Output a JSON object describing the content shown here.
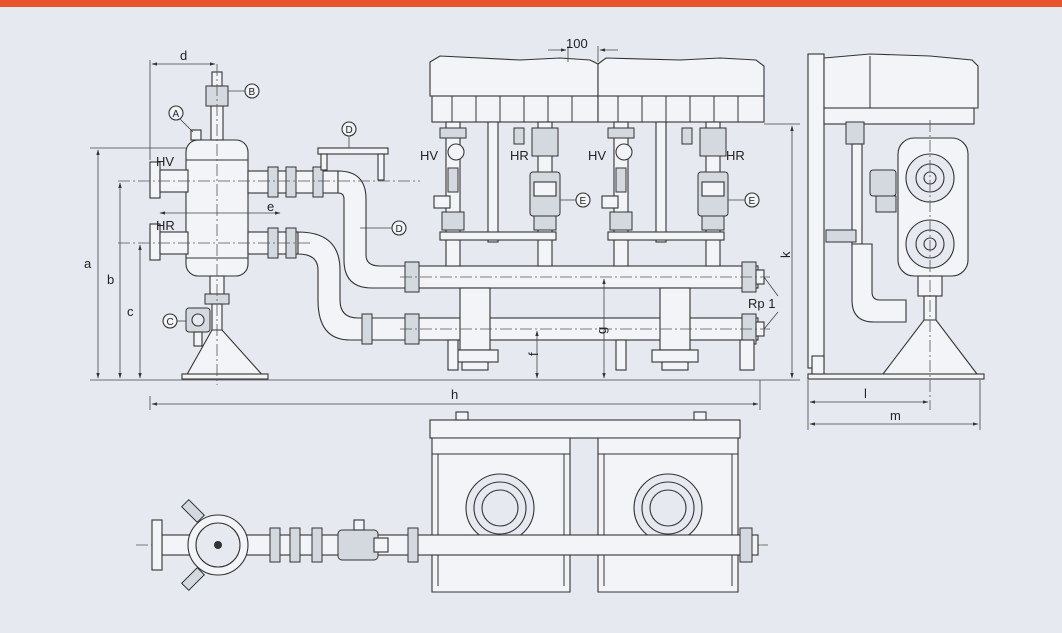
{
  "brand": {
    "accent_color": "#e8542b",
    "background": "#e6e9ef"
  },
  "dimensions": {
    "a": "a",
    "b": "b",
    "c": "c",
    "d": "d",
    "e": "e",
    "f": "f",
    "g": "g",
    "h": "h",
    "k": "k",
    "l": "l",
    "m": "m",
    "spacing": "100",
    "thread": "Rp 1"
  },
  "callouts": {
    "A": "A",
    "B": "B",
    "C": "C",
    "D": "D",
    "E": "E"
  },
  "labels": {
    "supply": "HV",
    "return": "HR"
  }
}
